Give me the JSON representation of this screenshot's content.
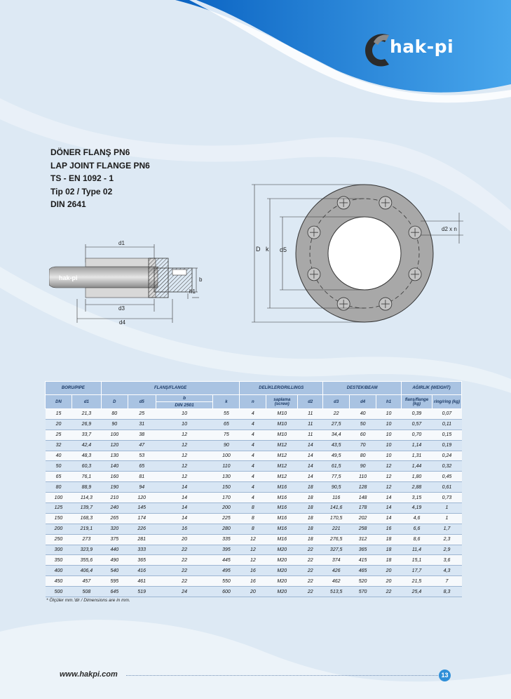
{
  "brand": {
    "name": "hak-pi",
    "side_label": "hak-pi"
  },
  "titles": [
    "DÖNER  FLANŞ PN6",
    "LAP JOINT FLANGE PN6",
    "TS - EN 1092 - 1",
    "Tip 02 / Type 02",
    "DIN 2641"
  ],
  "drawing_labels": {
    "d1": "d1",
    "d3": "d3",
    "d4": "d4",
    "b": "b",
    "h1": "h1",
    "D": "D",
    "k": "k",
    "d5": "d5",
    "d2n": "d2 x n"
  },
  "table": {
    "groups": {
      "boru": "BORU/PIPE",
      "flans": "FLANŞ/FLANGE",
      "delikler": "DELİKLER/DRILLINGS",
      "destek": "DESTEK/BEAM",
      "agirlik": "AĞIRLIK (WEIGHT)"
    },
    "columns": {
      "dn": "DN",
      "d1": "d1",
      "D": "D",
      "d5": "d5",
      "b": "b",
      "din": "DIN 2501",
      "k": "k",
      "n": "n",
      "saplama": "saplama (screw)",
      "d2": "d2",
      "d3": "d3",
      "d4": "d4",
      "h1": "h1",
      "flans_w": "flanş/flange (kg)",
      "ring_w": "ring/ring (kg)"
    },
    "rows": [
      [
        "15",
        "21,3",
        "80",
        "25",
        "10",
        "55",
        "4",
        "M10",
        "11",
        "22",
        "40",
        "10",
        "0,39",
        "0,07"
      ],
      [
        "20",
        "26,9",
        "90",
        "31",
        "10",
        "65",
        "4",
        "M10",
        "11",
        "27,5",
        "50",
        "10",
        "0,57",
        "0,11"
      ],
      [
        "25",
        "33,7",
        "100",
        "38",
        "12",
        "75",
        "4",
        "M10",
        "11",
        "34,4",
        "60",
        "10",
        "0,70",
        "0,15"
      ],
      [
        "32",
        "42,4",
        "120",
        "47",
        "12",
        "90",
        "4",
        "M12",
        "14",
        "43,5",
        "70",
        "10",
        "1,14",
        "0,19"
      ],
      [
        "40",
        "48,3",
        "130",
        "53",
        "12",
        "100",
        "4",
        "M12",
        "14",
        "49,5",
        "80",
        "10",
        "1,31",
        "0,24"
      ],
      [
        "50",
        "60,3",
        "140",
        "65",
        "12",
        "110",
        "4",
        "M12",
        "14",
        "61,5",
        "90",
        "12",
        "1,44",
        "0,32"
      ],
      [
        "65",
        "76,1",
        "160",
        "81",
        "12",
        "130",
        "4",
        "M12",
        "14",
        "77,5",
        "110",
        "12",
        "1,80",
        "0,45"
      ],
      [
        "80",
        "88,9",
        "190",
        "94",
        "14",
        "150",
        "4",
        "M16",
        "18",
        "90,5",
        "128",
        "12",
        "2,88",
        "0,61"
      ],
      [
        "100",
        "114,3",
        "210",
        "120",
        "14",
        "170",
        "4",
        "M16",
        "18",
        "116",
        "148",
        "14",
        "3,15",
        "0,73"
      ],
      [
        "125",
        "139,7",
        "240",
        "145",
        "14",
        "200",
        "8",
        "M16",
        "18",
        "141,6",
        "178",
        "14",
        "4,19",
        "1"
      ],
      [
        "150",
        "168,3",
        "265",
        "174",
        "14",
        "225",
        "8",
        "M16",
        "18",
        "170,5",
        "202",
        "14",
        "4,6",
        "1"
      ],
      [
        "200",
        "219,1",
        "320",
        "226",
        "16",
        "280",
        "8",
        "M16",
        "18",
        "221",
        "258",
        "16",
        "6,6",
        "1,7"
      ],
      [
        "250",
        "273",
        "375",
        "281",
        "20",
        "335",
        "12",
        "M16",
        "18",
        "276,5",
        "312",
        "18",
        "8,6",
        "2,3"
      ],
      [
        "300",
        "323,9",
        "440",
        "333",
        "22",
        "395",
        "12",
        "M20",
        "22",
        "327,5",
        "365",
        "18",
        "11,4",
        "2,9"
      ],
      [
        "350",
        "355,6",
        "490",
        "365",
        "22",
        "445",
        "12",
        "M20",
        "22",
        "374",
        "415",
        "18",
        "15,1",
        "3,6"
      ],
      [
        "400",
        "406,4",
        "540",
        "416",
        "22",
        "495",
        "16",
        "M20",
        "22",
        "426",
        "465",
        "20",
        "17,7",
        "4,3"
      ],
      [
        "450",
        "457",
        "595",
        "461",
        "22",
        "550",
        "16",
        "M20",
        "22",
        "462",
        "520",
        "20",
        "21,5",
        "7"
      ],
      [
        "500",
        "508",
        "645",
        "519",
        "24",
        "600",
        "20",
        "M20",
        "22",
        "513,5",
        "570",
        "22",
        "25,4",
        "8,3"
      ]
    ]
  },
  "note": "* Ölçüler mm.'dir / Dimensions are in mm.",
  "footer": {
    "url": "www.hakpi.com",
    "page": "13"
  },
  "colors": {
    "header_blue": "#a9c3e2",
    "accent_blue": "#2f8fd8",
    "wave_blue": "#1f7fd0"
  }
}
